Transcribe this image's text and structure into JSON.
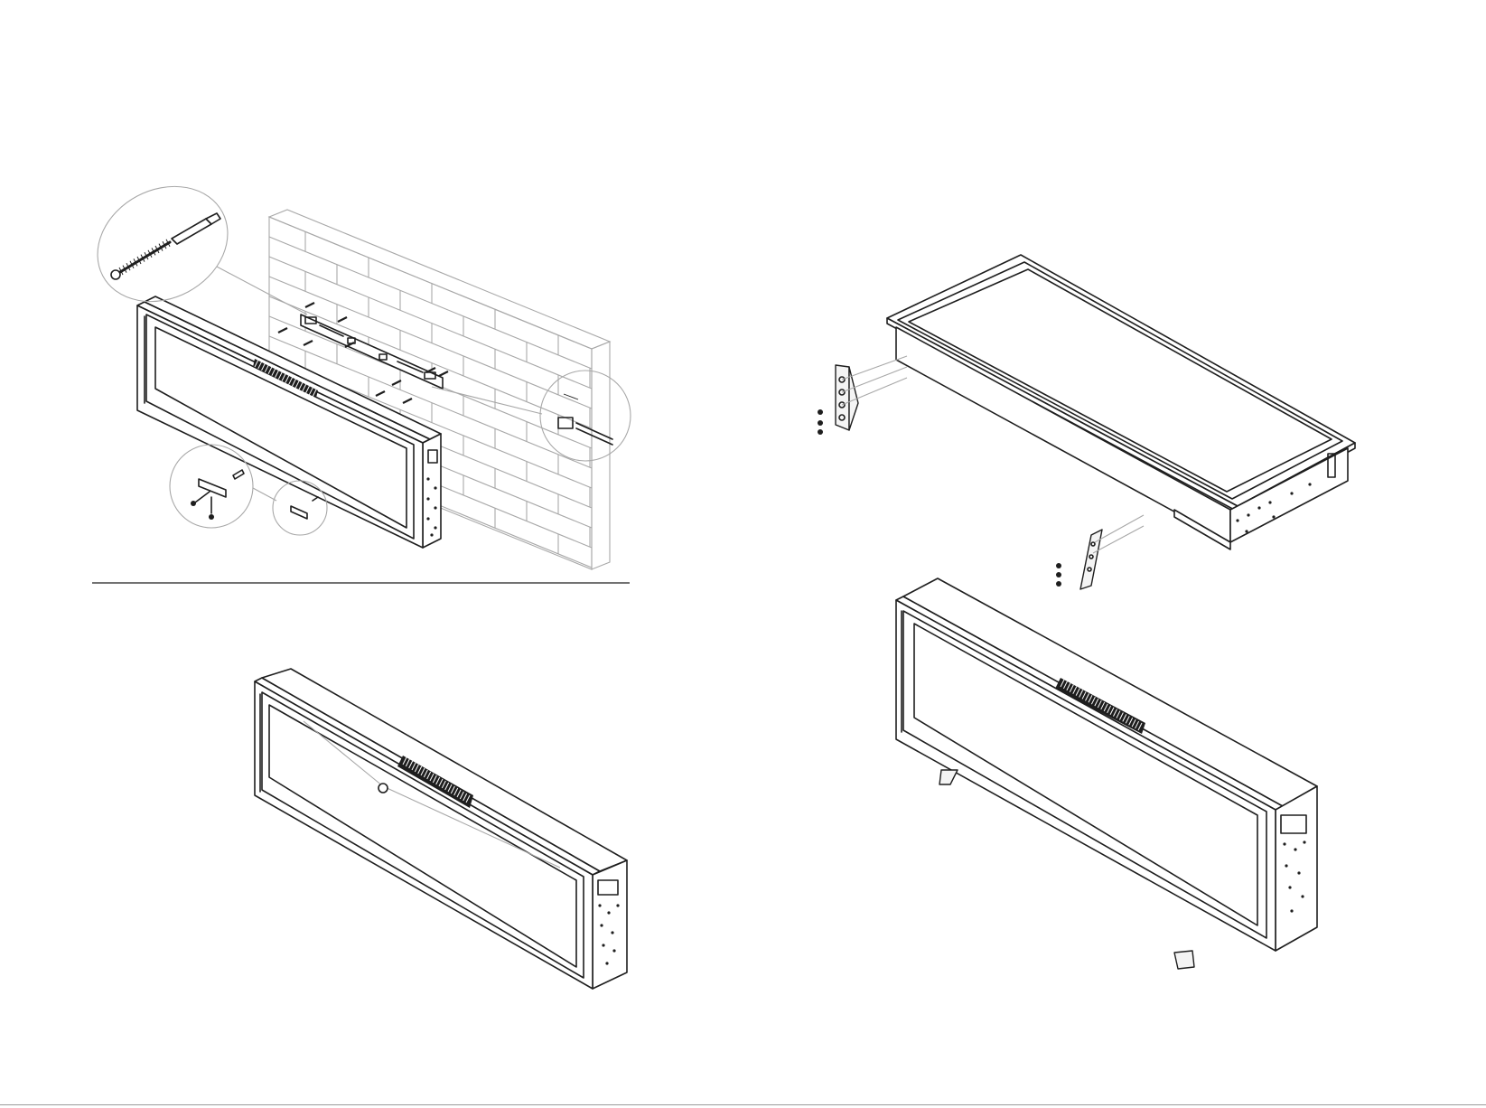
{
  "page": {
    "background": "#ffffff",
    "line_color": "#1e1e1e",
    "callout_color": "#a8a8a8"
  },
  "panels": [
    {
      "id": "wall-mount-install"
    },
    {
      "id": "recessed-installation"
    },
    {
      "id": "front-glass-fastener"
    },
    {
      "id": "freestanding-with-feet"
    }
  ]
}
